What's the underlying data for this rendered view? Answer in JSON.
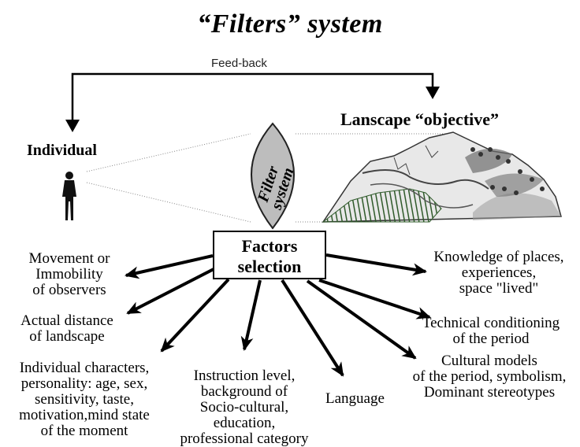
{
  "title": "“Filters” system",
  "feedback_label": "Feed-back",
  "individual_label": "Individual",
  "landscape_label": "Lanscape “objective”",
  "filter_label_line1": "Filter",
  "filter_label_line2": "system",
  "factors_line1": "Factors",
  "factors_line2": "selection",
  "factors": {
    "movement": [
      "Movement or",
      "Immobility",
      "of observers"
    ],
    "distance": [
      "Actual distance",
      "of landscape"
    ],
    "individual_chars": [
      "Individual characters,",
      "personality: age, sex,",
      "sensitivity, taste,",
      "motivation,mind state",
      "of the moment"
    ],
    "instruction": [
      "Instruction level,",
      "background of",
      "Socio-cultural,",
      "education,",
      "professional category"
    ],
    "language": "Language",
    "knowledge": [
      "Knowledge of places,",
      "experiences,",
      "space \"lived\""
    ],
    "technical": [
      "Technical conditioning",
      "of the period"
    ],
    "cultural": [
      "Cultural models",
      "of the period, symbolism,",
      "Dominant stereotypes"
    ]
  },
  "colors": {
    "lens_fill": "#bdbdbd",
    "line": "#000000",
    "terrain_green": "#3f6e3a",
    "terrain_gray": "#9a9a9a"
  }
}
